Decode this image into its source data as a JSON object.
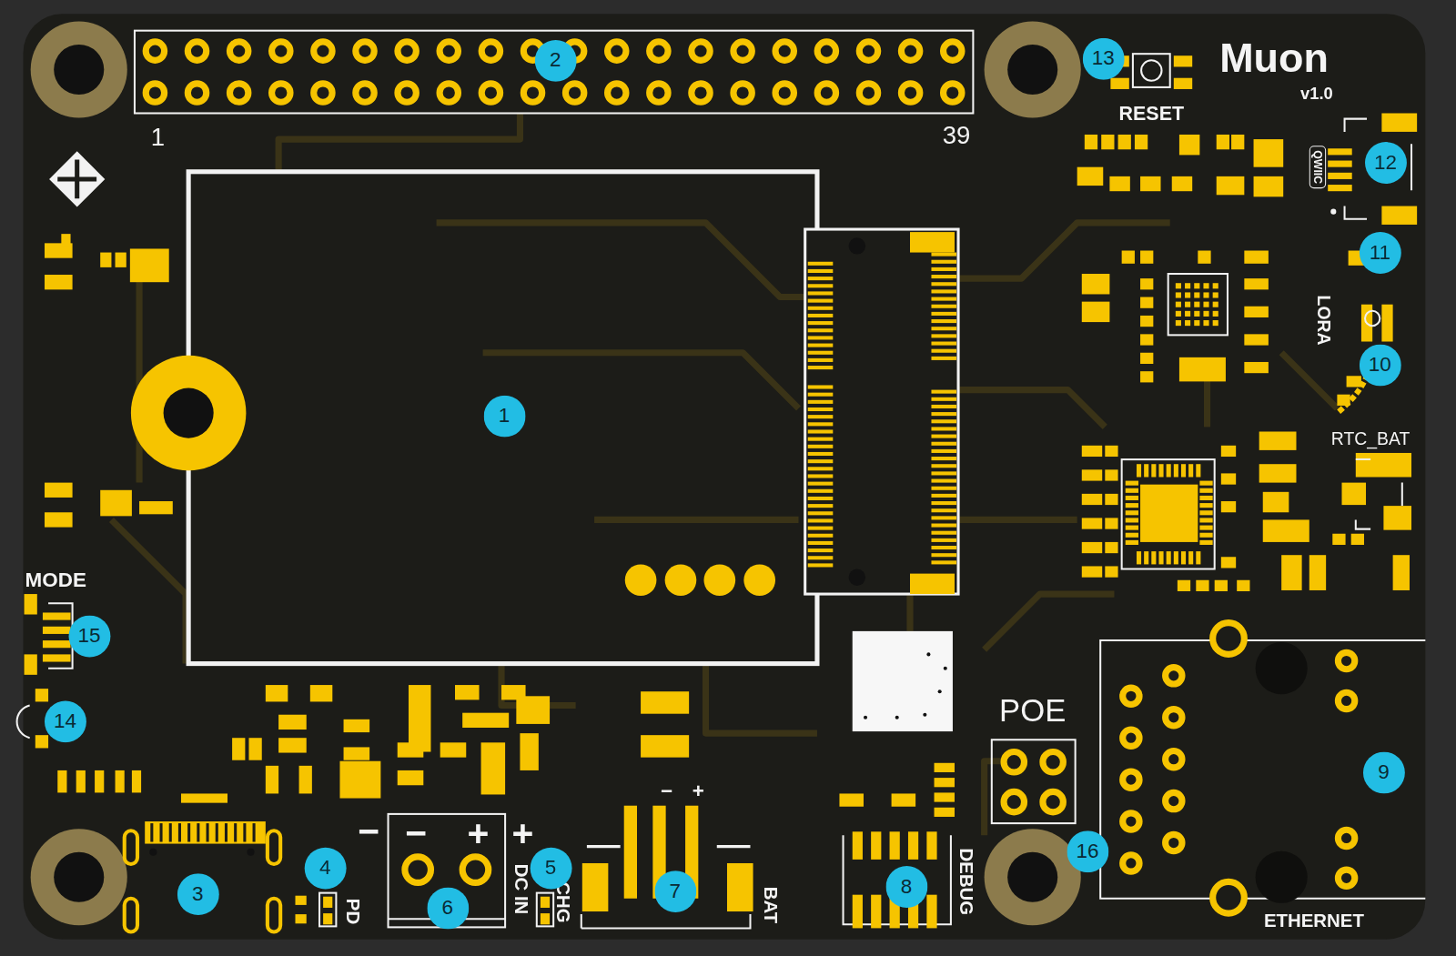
{
  "diagram": {
    "nodes": [
      {
        "text": [
          "1"
        ]
      },
      {
        "text": [
          "2"
        ]
      },
      {
        "text": [
          "3"
        ]
      },
      {
        "text": [
          "4"
        ]
      },
      {
        "text": [
          "5"
        ]
      },
      {
        "text": [
          "6"
        ]
      },
      {
        "text": [
          "7"
        ]
      },
      {
        "text": [
          "8"
        ]
      },
      {
        "text": [
          "9"
        ]
      },
      {
        "text": [
          "10"
        ]
      },
      {
        "text": [
          "11"
        ]
      },
      {
        "text": [
          "12"
        ]
      },
      {
        "text": [
          "13"
        ]
      },
      {
        "text": [
          "14"
        ]
      },
      {
        "text": [
          "15"
        ]
      },
      {
        "text": [
          "16"
        ]
      }
    ],
    "labels": [
      "1",
      "39",
      "Muon",
      "v1.0",
      "RESET",
      "QWIIC",
      "LORA",
      "RTC_BAT",
      "MODE",
      "POE",
      "−",
      "−",
      "+",
      "+",
      "DC IN",
      "PD",
      "CHG",
      "−",
      "+",
      "BAT",
      "DEBUG",
      "ETHERNET"
    ]
  }
}
